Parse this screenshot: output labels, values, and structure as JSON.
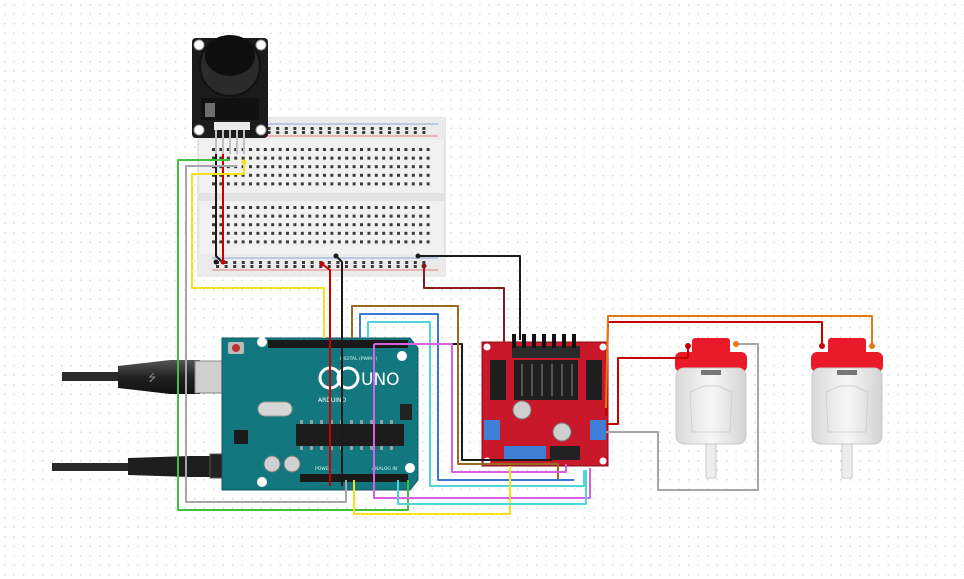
{
  "diagram": {
    "components": {
      "joystick": {
        "name": "joystick-module"
      },
      "breadboard": {
        "name": "breadboard-half"
      },
      "arduino": {
        "name": "arduino-uno",
        "logo_text": "UNO",
        "brand_text": "ARDUINO",
        "digital_label": "DIGITAL (PWM~)",
        "analog_label": "ANALOG IN",
        "power_label": "POWER"
      },
      "driver": {
        "name": "l298n-motor-driver"
      },
      "motor_left": {
        "name": "dc-motor-1"
      },
      "motor_right": {
        "name": "dc-motor-2"
      },
      "usb": {
        "name": "usb-cable"
      },
      "dc_jack": {
        "name": "dc-power-cable"
      }
    },
    "wire_colors": {
      "green": "#3ec23e",
      "gray": "#a6a6a6",
      "yellow": "#f5e21a",
      "black": "#1a1a1a",
      "red": "#c80000",
      "dark_red": "#8b1a1a",
      "brown": "#9a6a1e",
      "blue": "#3a78d8",
      "cyan": "#4fd6d6",
      "magenta": "#d960e0",
      "orange": "#e07a14",
      "board_blue": "#13777f",
      "driver_red": "#c8182a",
      "motor_red": "#ea1a2a"
    }
  }
}
